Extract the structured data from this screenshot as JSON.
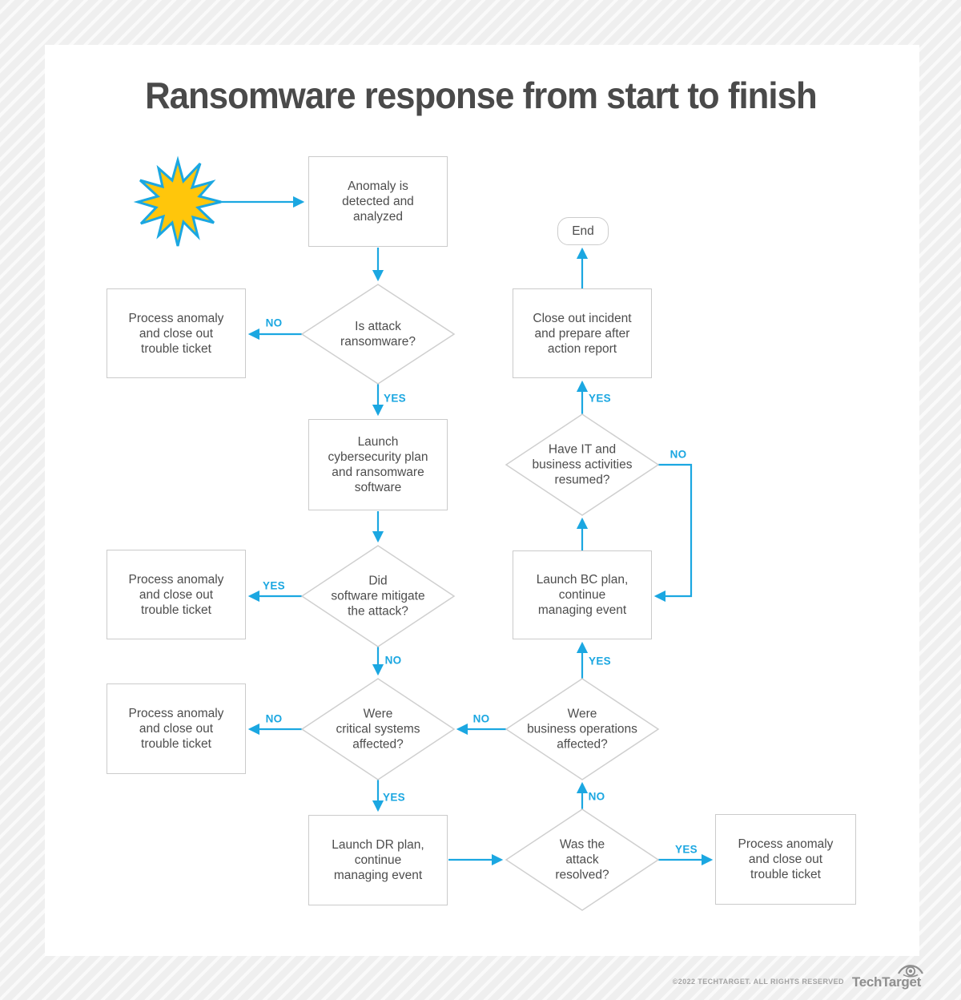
{
  "title": "Ransomware response from start to finish",
  "colors": {
    "accent": "#1ba7e1",
    "burst_fill": "#ffc60b",
    "burst_stroke": "#1ba7e1",
    "box_border": "#cbcbcb",
    "text": "#4d4d4d"
  },
  "labels": {
    "yes": "YES",
    "no": "NO"
  },
  "nodes": {
    "start_anomaly": "Anomaly is\ndetected and\nanalyzed",
    "process_ticket_1": "Process anomaly\nand close out\ntrouble ticket",
    "launch_cybersecurity": "Launch\ncybersecurity plan\nand ransomware\nsoftware",
    "process_ticket_2": "Process anomaly\nand close out\ntrouble ticket",
    "process_ticket_3": "Process anomaly\nand close out\ntrouble ticket",
    "launch_dr": "Launch DR plan,\ncontinue\nmanaging event",
    "process_ticket_4": "Process anomaly\nand close out\ntrouble ticket",
    "launch_bc": "Launch BC plan,\ncontinue\nmanaging event",
    "close_out": "Close out incident\nand prepare after\naction report",
    "end": "End"
  },
  "decisions": {
    "is_ransomware": "Is attack\nransomware?",
    "software_mitigate": "Did\nsoftware mitigate\nthe attack?",
    "critical_systems": "Were\ncritical systems\naffected?",
    "attack_resolved": "Was the\nattack\nresolved?",
    "business_operations": "Were\nbusiness operations\naffected?",
    "activities_resumed": "Have IT and\nbusiness activities\nresumed?"
  },
  "footer": {
    "copyright": "©2022 TECHTARGET. ALL RIGHTS RESERVED",
    "brand": "TechTarget"
  }
}
